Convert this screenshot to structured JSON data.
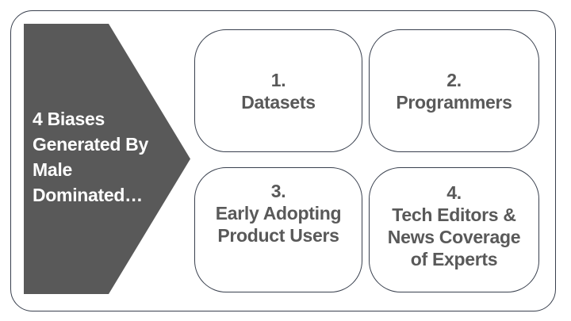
{
  "arrow": {
    "label": "4 Biases\nGenerated By\nMale\nDominated…"
  },
  "boxes": [
    {
      "number": "1.",
      "label": "Datasets"
    },
    {
      "number": "2.",
      "label": "Programmers"
    },
    {
      "number": "3.",
      "label": "Early Adopting\nProduct Users"
    },
    {
      "number": "4.",
      "label": "Tech Editors &\nNews Coverage\nof Experts"
    }
  ],
  "colors": {
    "background": "#ffffff",
    "border_color": "#39404e",
    "arrow_fill": "#595959",
    "arrow_text": "#ffffff",
    "box_text": "#595959"
  }
}
